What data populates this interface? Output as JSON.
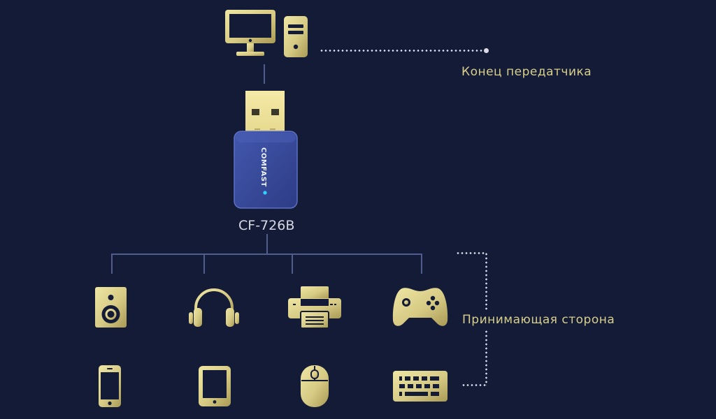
{
  "colors": {
    "background": "#131b37",
    "gold": "#d8cf8c",
    "connector": "#4e5c8e",
    "dotted": "#d9dbe6",
    "adapter_body": "#3a4a9c",
    "led": "#2fd3ff"
  },
  "transmitter": {
    "label": "Конец передатчика",
    "icons": [
      "monitor-icon",
      "pc-tower-icon"
    ]
  },
  "adapter": {
    "brand": "COMFAST",
    "model": "CF-726B",
    "icon": "usb-wifi-adapter"
  },
  "receiver": {
    "label": "Принимающая сторона",
    "row1": [
      "speaker-icon",
      "headphones-icon",
      "printer-icon",
      "gamepad-icon"
    ],
    "row2": [
      "smartphone-icon",
      "tablet-icon",
      "mouse-icon",
      "keyboard-icon"
    ]
  }
}
